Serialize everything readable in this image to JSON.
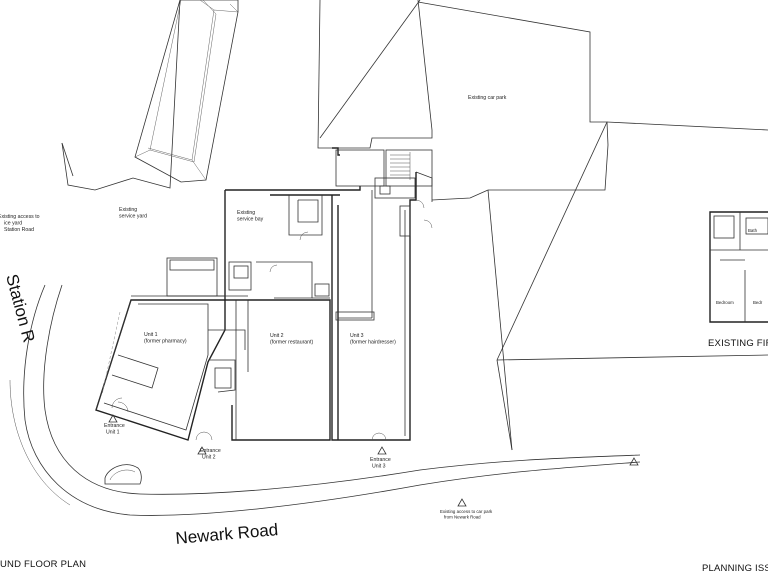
{
  "drawing": {
    "road_newark": "Newark Road",
    "road_station": "Station R",
    "labels": {
      "car_park": "Existing car park",
      "service_yard": "Existing\nservice yard",
      "service_bay": "Existing\nservice bay",
      "access_left": "Existing access to\nservice yard\nfrom Station Road",
      "unit1": "Unit 1\n(former pharmacy)",
      "unit2": "Unit 2\n(former restaurant)",
      "unit3": "Unit 3\n(former hairdresser)",
      "entrance1": "Entrance\nUnit 1",
      "entrance2": "Entrance\nUnit 2",
      "entrance3": "Entrance\nUnit 3",
      "access_carpark": "Existing access to car park\nfrom Newark Road",
      "bath": "Bath",
      "bedroom": "Bedroom",
      "bedroom2": "Bedr"
    },
    "titles": {
      "ground_floor": "UND FLOOR PLAN",
      "existing_first": "EXISTING FIRS",
      "planning": "PLANNING ISS"
    }
  }
}
